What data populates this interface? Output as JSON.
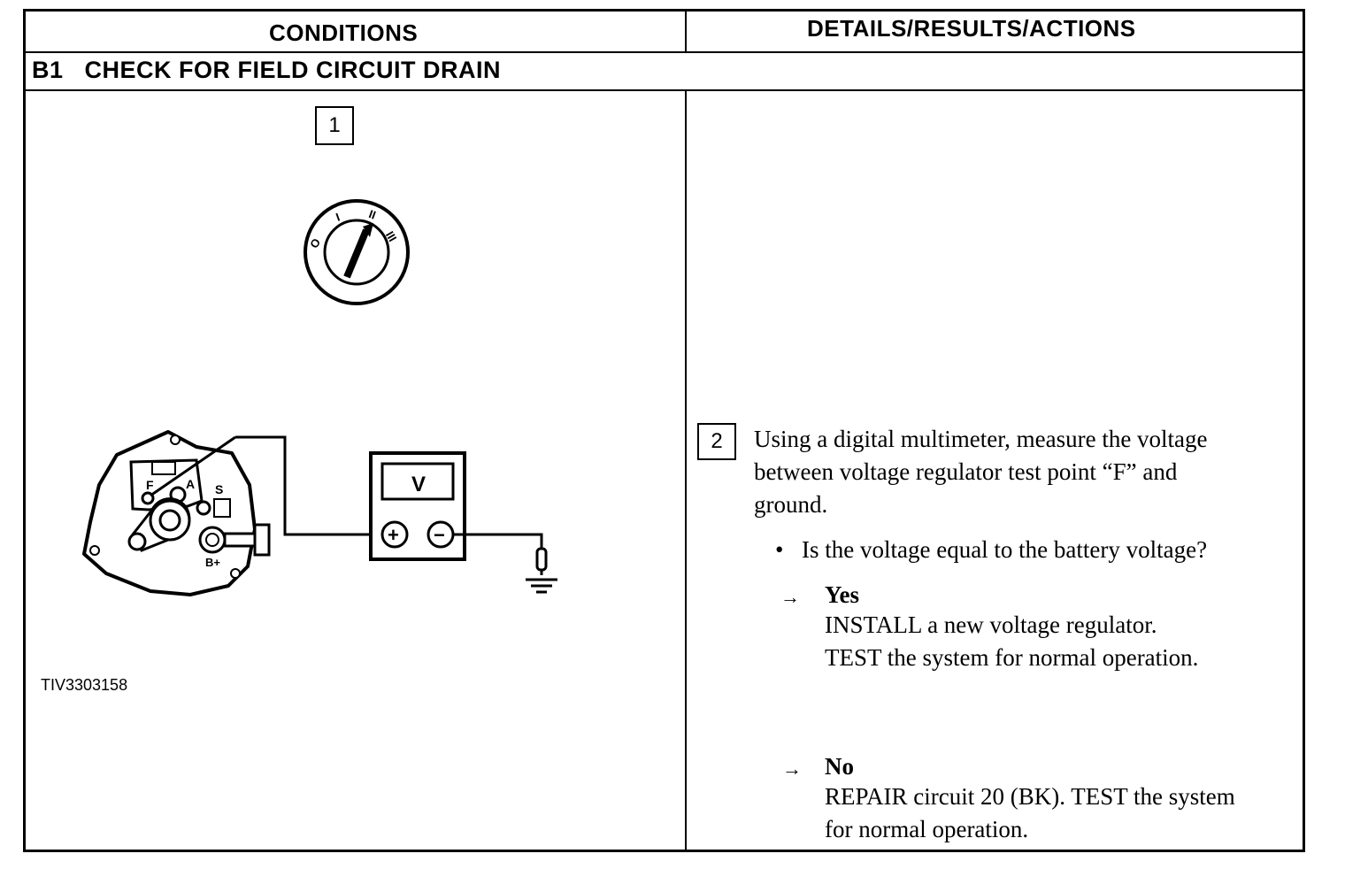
{
  "table": {
    "header_conditions": "CONDITIONS",
    "header_details": "DETAILS/RESULTS/ACTIONS",
    "section_title": "B1   CHECK FOR FIELD CIRCUIT DRAIN"
  },
  "figure": {
    "step1_number": "1",
    "figure_id": "TIV3303158",
    "switch_positions": [
      "O",
      "I",
      "II",
      "III"
    ],
    "alternator_terminals": [
      "F",
      "A",
      "S",
      "B+"
    ],
    "meter_display": "V",
    "meter_plus": "+",
    "meter_minus": "−"
  },
  "step2": {
    "number": "2",
    "instruction": [
      "Using a digital multimeter, measure the voltage",
      "between voltage regulator test point “F” and",
      "ground."
    ],
    "question": "Is the voltage equal to the battery voltage?",
    "yes_label": "Yes",
    "yes_actions": [
      "INSTALL a new voltage regulator.",
      "TEST the system for normal operation."
    ],
    "no_label": "No",
    "no_actions": [
      "REPAIR circuit 20 (BK). TEST the system",
      "for normal operation."
    ]
  },
  "icons": {
    "bullet": "•",
    "arrow": "→"
  }
}
